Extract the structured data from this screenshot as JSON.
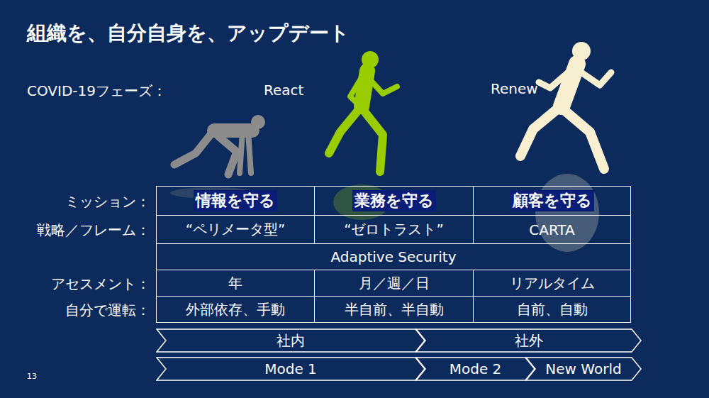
{
  "diagram": {
    "title": "組織を、自分自身を、アップデート",
    "nodes": [
      {
        "text": [
          "情報を守る"
        ]
      },
      {
        "text": [
          "業務を守る"
        ]
      },
      {
        "text": [
          "顧客を守る"
        ]
      },
      {
        "text": [
          "“ペリメータ型”"
        ]
      },
      {
        "text": [
          "“ゼロトラスト”"
        ]
      },
      {
        "text": [
          "CARTA"
        ]
      },
      {
        "text": [
          "Adaptive Security"
        ]
      },
      {
        "text": [
          "年"
        ]
      },
      {
        "text": [
          "月／週／日"
        ]
      },
      {
        "text": [
          "リアルタイム"
        ]
      },
      {
        "text": [
          "外部依存、手動"
        ]
      },
      {
        "text": [
          "半自前、半自動"
        ]
      },
      {
        "text": [
          "自前、自動"
        ]
      },
      {
        "text": [
          "社内"
        ]
      },
      {
        "text": [
          "社外"
        ]
      },
      {
        "text": [
          "Mode 1"
        ]
      },
      {
        "text": [
          "Mode 2"
        ]
      },
      {
        "text": [
          "New World"
        ]
      }
    ],
    "labels": [
      "COVID-19フェーズ：",
      "React",
      "Renew",
      "ミッション：",
      "戦略／フレーム：",
      "アセスメント：",
      "自分で運転：",
      "13"
    ]
  }
}
